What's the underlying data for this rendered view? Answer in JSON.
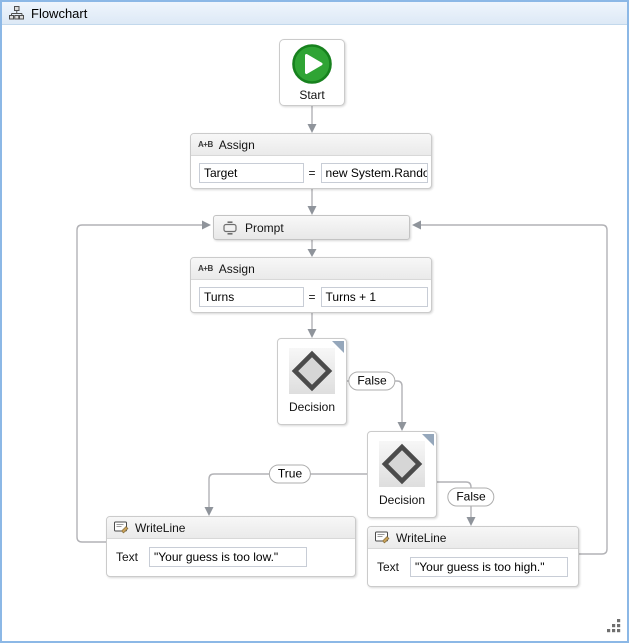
{
  "header": {
    "title": "Flowchart"
  },
  "canvas": {
    "start": {
      "label": "Start"
    },
    "assign_target": {
      "icon_text": "A+B",
      "title": "Assign",
      "left_value": "Target",
      "op": "=",
      "right_value": "new System.Random"
    },
    "prompt": {
      "title": "Prompt"
    },
    "assign_turns": {
      "icon_text": "A+B",
      "title": "Assign",
      "left_value": "Turns",
      "op": "=",
      "right_value": "Turns + 1"
    },
    "decision_first": {
      "label": "Decision"
    },
    "decision_second": {
      "label": "Decision"
    },
    "writeline_low": {
      "title": "WriteLine",
      "text_label": "Text",
      "value": "\"Your guess is too low.\""
    },
    "writeline_high": {
      "title": "WriteLine",
      "text_label": "Text",
      "value": "\"Your guess is too high.\""
    },
    "branch_labels": {
      "decision_first_false": "False",
      "decision_second_true": "True",
      "decision_second_false": "False"
    }
  },
  "colors": {
    "frame_border": "#8cb8e6",
    "titlebar_bg": "#e7f0f9",
    "connector": "#b2b2b6",
    "arrowhead": "#8f949b",
    "start_green": "#2fa434",
    "diamond_stroke": "#4b4b4b",
    "node_border": "#cbcbcb"
  }
}
